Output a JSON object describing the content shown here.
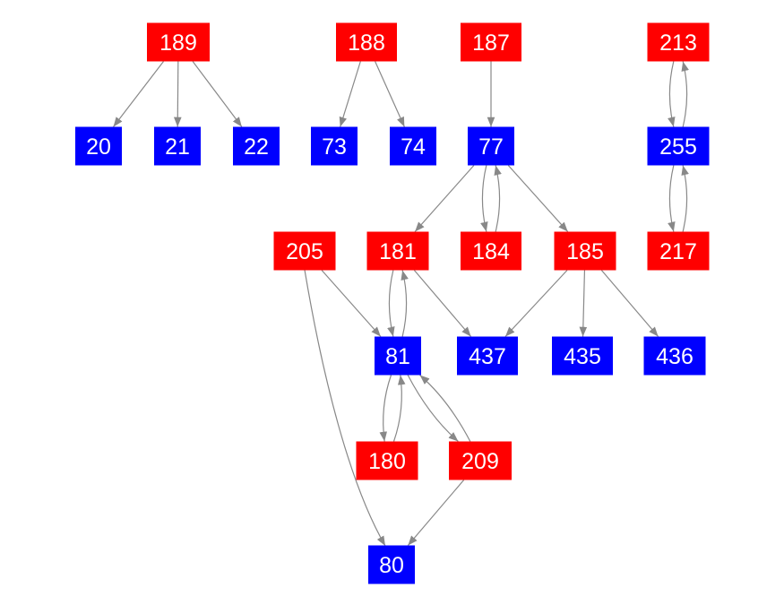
{
  "colors": {
    "red": "#ff0000",
    "blue": "#0000ff",
    "edge": "#888888"
  },
  "nodes": [
    {
      "id": "189",
      "color": "red"
    },
    {
      "id": "188",
      "color": "red"
    },
    {
      "id": "187",
      "color": "red"
    },
    {
      "id": "213",
      "color": "red"
    },
    {
      "id": "20",
      "color": "blue"
    },
    {
      "id": "21",
      "color": "blue"
    },
    {
      "id": "22",
      "color": "blue"
    },
    {
      "id": "73",
      "color": "blue"
    },
    {
      "id": "74",
      "color": "blue"
    },
    {
      "id": "77",
      "color": "blue"
    },
    {
      "id": "255",
      "color": "blue"
    },
    {
      "id": "205",
      "color": "red"
    },
    {
      "id": "181",
      "color": "red"
    },
    {
      "id": "184",
      "color": "red"
    },
    {
      "id": "185",
      "color": "red"
    },
    {
      "id": "217",
      "color": "red"
    },
    {
      "id": "81",
      "color": "blue"
    },
    {
      "id": "437",
      "color": "blue"
    },
    {
      "id": "435",
      "color": "blue"
    },
    {
      "id": "436",
      "color": "blue"
    },
    {
      "id": "180",
      "color": "red"
    },
    {
      "id": "209",
      "color": "red"
    },
    {
      "id": "80",
      "color": "blue"
    }
  ],
  "edges": [
    [
      "189",
      "20"
    ],
    [
      "189",
      "21"
    ],
    [
      "189",
      "22"
    ],
    [
      "188",
      "73"
    ],
    [
      "188",
      "74"
    ],
    [
      "187",
      "77"
    ],
    [
      "213",
      "255"
    ],
    [
      "255",
      "213"
    ],
    [
      "255",
      "217"
    ],
    [
      "217",
      "255"
    ],
    [
      "77",
      "181"
    ],
    [
      "77",
      "184"
    ],
    [
      "184",
      "77"
    ],
    [
      "77",
      "185"
    ],
    [
      "205",
      "81"
    ],
    [
      "205",
      "80"
    ],
    [
      "181",
      "81"
    ],
    [
      "81",
      "181"
    ],
    [
      "181",
      "437"
    ],
    [
      "185",
      "437"
    ],
    [
      "185",
      "435"
    ],
    [
      "185",
      "436"
    ],
    [
      "81",
      "180"
    ],
    [
      "180",
      "81"
    ],
    [
      "81",
      "209"
    ],
    [
      "209",
      "81"
    ],
    [
      "209",
      "80"
    ]
  ]
}
